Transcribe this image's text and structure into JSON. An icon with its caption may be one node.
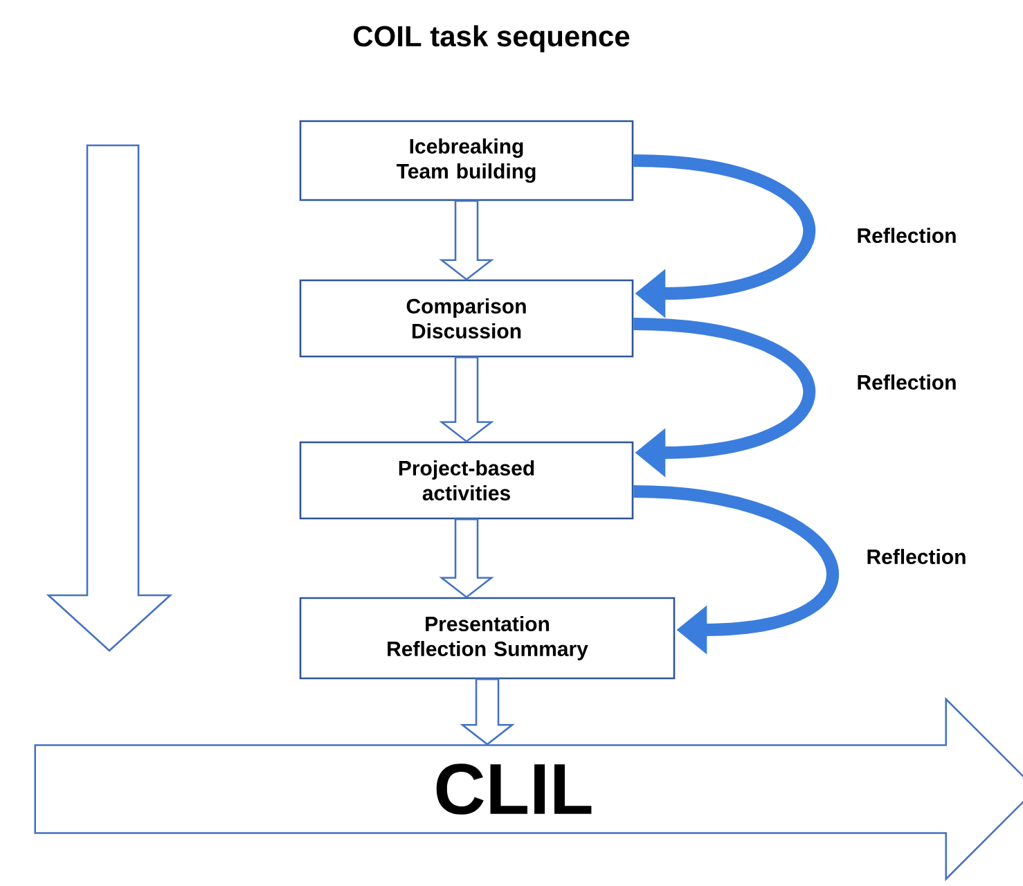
{
  "diagram": {
    "title": "COIL task sequence",
    "nodes": [
      {
        "text": [
          "Icebreaking Team building"
        ]
      },
      {
        "text": [
          "Comparison Discussion"
        ]
      },
      {
        "text": [
          "Project-based activities"
        ]
      },
      {
        "text": [
          "Presentation Reflection Summary"
        ]
      },
      {
        "text": [
          "CLIL"
        ]
      }
    ],
    "edges": [
      {
        "from": 0,
        "to": 1,
        "arrow": "to"
      },
      {
        "from": 1,
        "to": 2,
        "arrow": "to"
      },
      {
        "from": 2,
        "to": 3,
        "arrow": "to"
      },
      {
        "from": 3,
        "to": 4,
        "arrow": "to"
      },
      {
        "from": 0,
        "to": 1,
        "arrow": "to",
        "label": "Reflection",
        "color": "#3b7ddd"
      },
      {
        "from": 1,
        "to": 2,
        "arrow": "to",
        "label": "Reflection",
        "color": "#3b7ddd"
      },
      {
        "from": 2,
        "to": 3,
        "arrow": "to",
        "label": "Reflection",
        "color": "#3b7ddd"
      }
    ]
  }
}
